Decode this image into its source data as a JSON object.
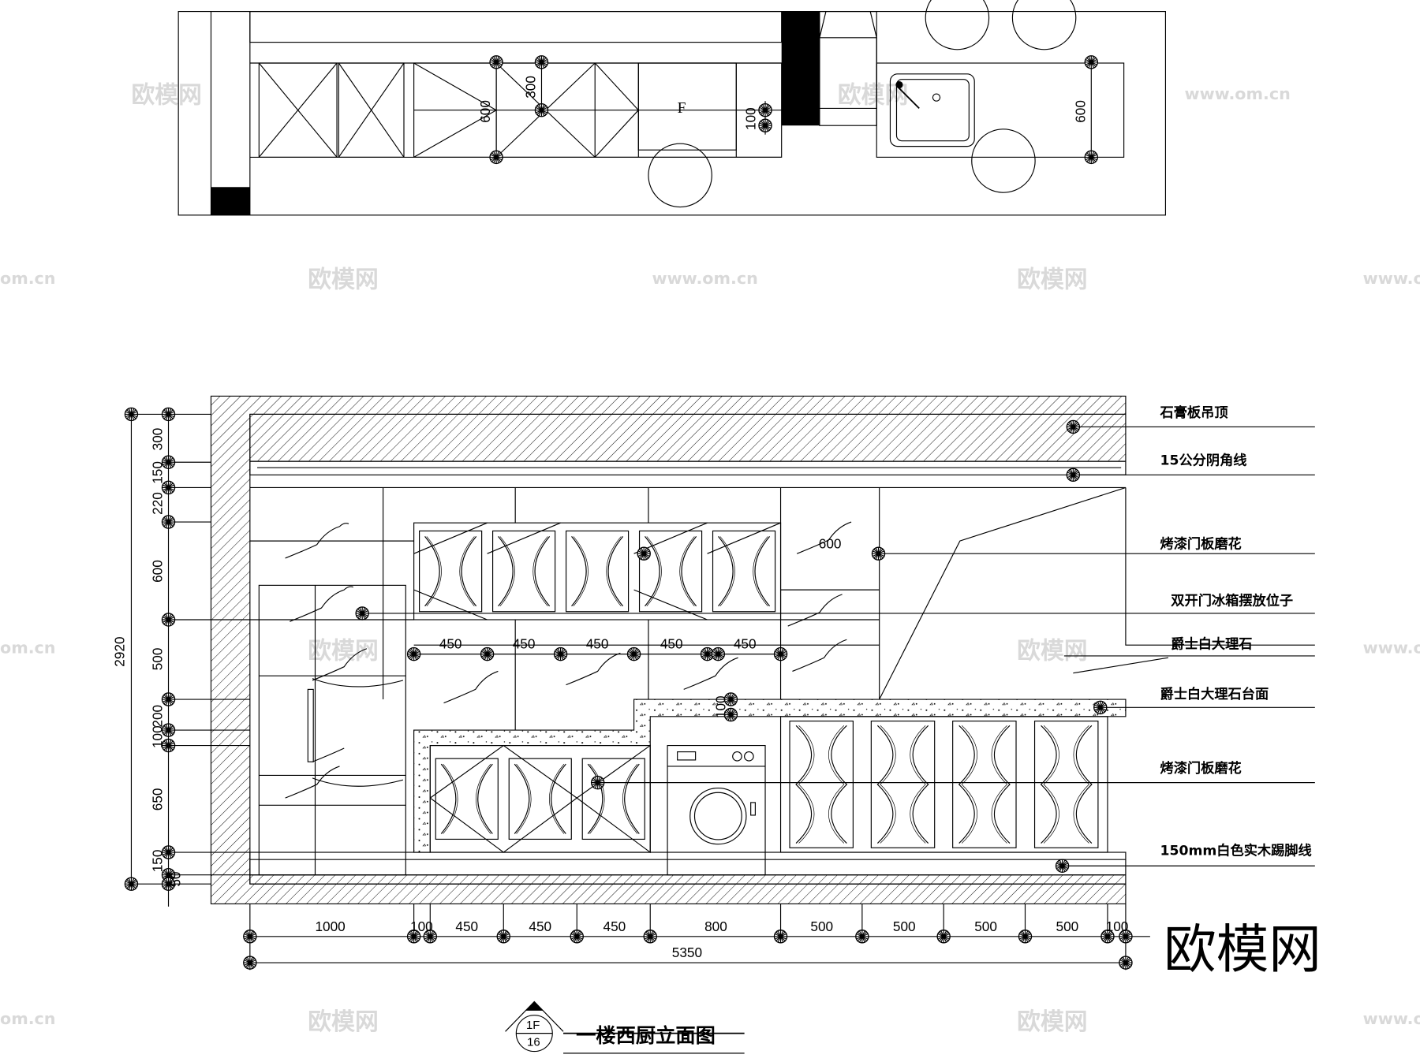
{
  "plan_view": {
    "dim_600_left": "600",
    "dim_300": "300",
    "dim_100": "100",
    "dim_600_right": "600",
    "appliance_mark": "F"
  },
  "elevation": {
    "upper_door_widths": [
      "450",
      "450",
      "450",
      "450",
      "450"
    ],
    "side_cabinet_width": "600",
    "counter_gap": "100",
    "left_dims": [
      "300",
      "150",
      "220",
      "600",
      "500",
      "200",
      "100",
      "650",
      "150",
      "50"
    ],
    "total_height": "2920",
    "bottom_dims": [
      "1000",
      "100",
      "450",
      "450",
      "450",
      "800",
      "500",
      "500",
      "500",
      "500",
      "100"
    ],
    "total_width": "5350"
  },
  "callouts": [
    "石膏板吊顶",
    "15公分阴角线",
    "烤漆门板磨花",
    "双开门冰箱摆放位子",
    "爵士白大理石",
    "爵士白大理石台面",
    "烤漆门板磨花",
    "150mm白色实木踢脚线"
  ],
  "title_block": {
    "floor": "1F",
    "sheet": "16",
    "title": "一楼西厨立面图"
  },
  "watermarks": {
    "logo": "欧模网",
    "url": "www.om.cn"
  }
}
